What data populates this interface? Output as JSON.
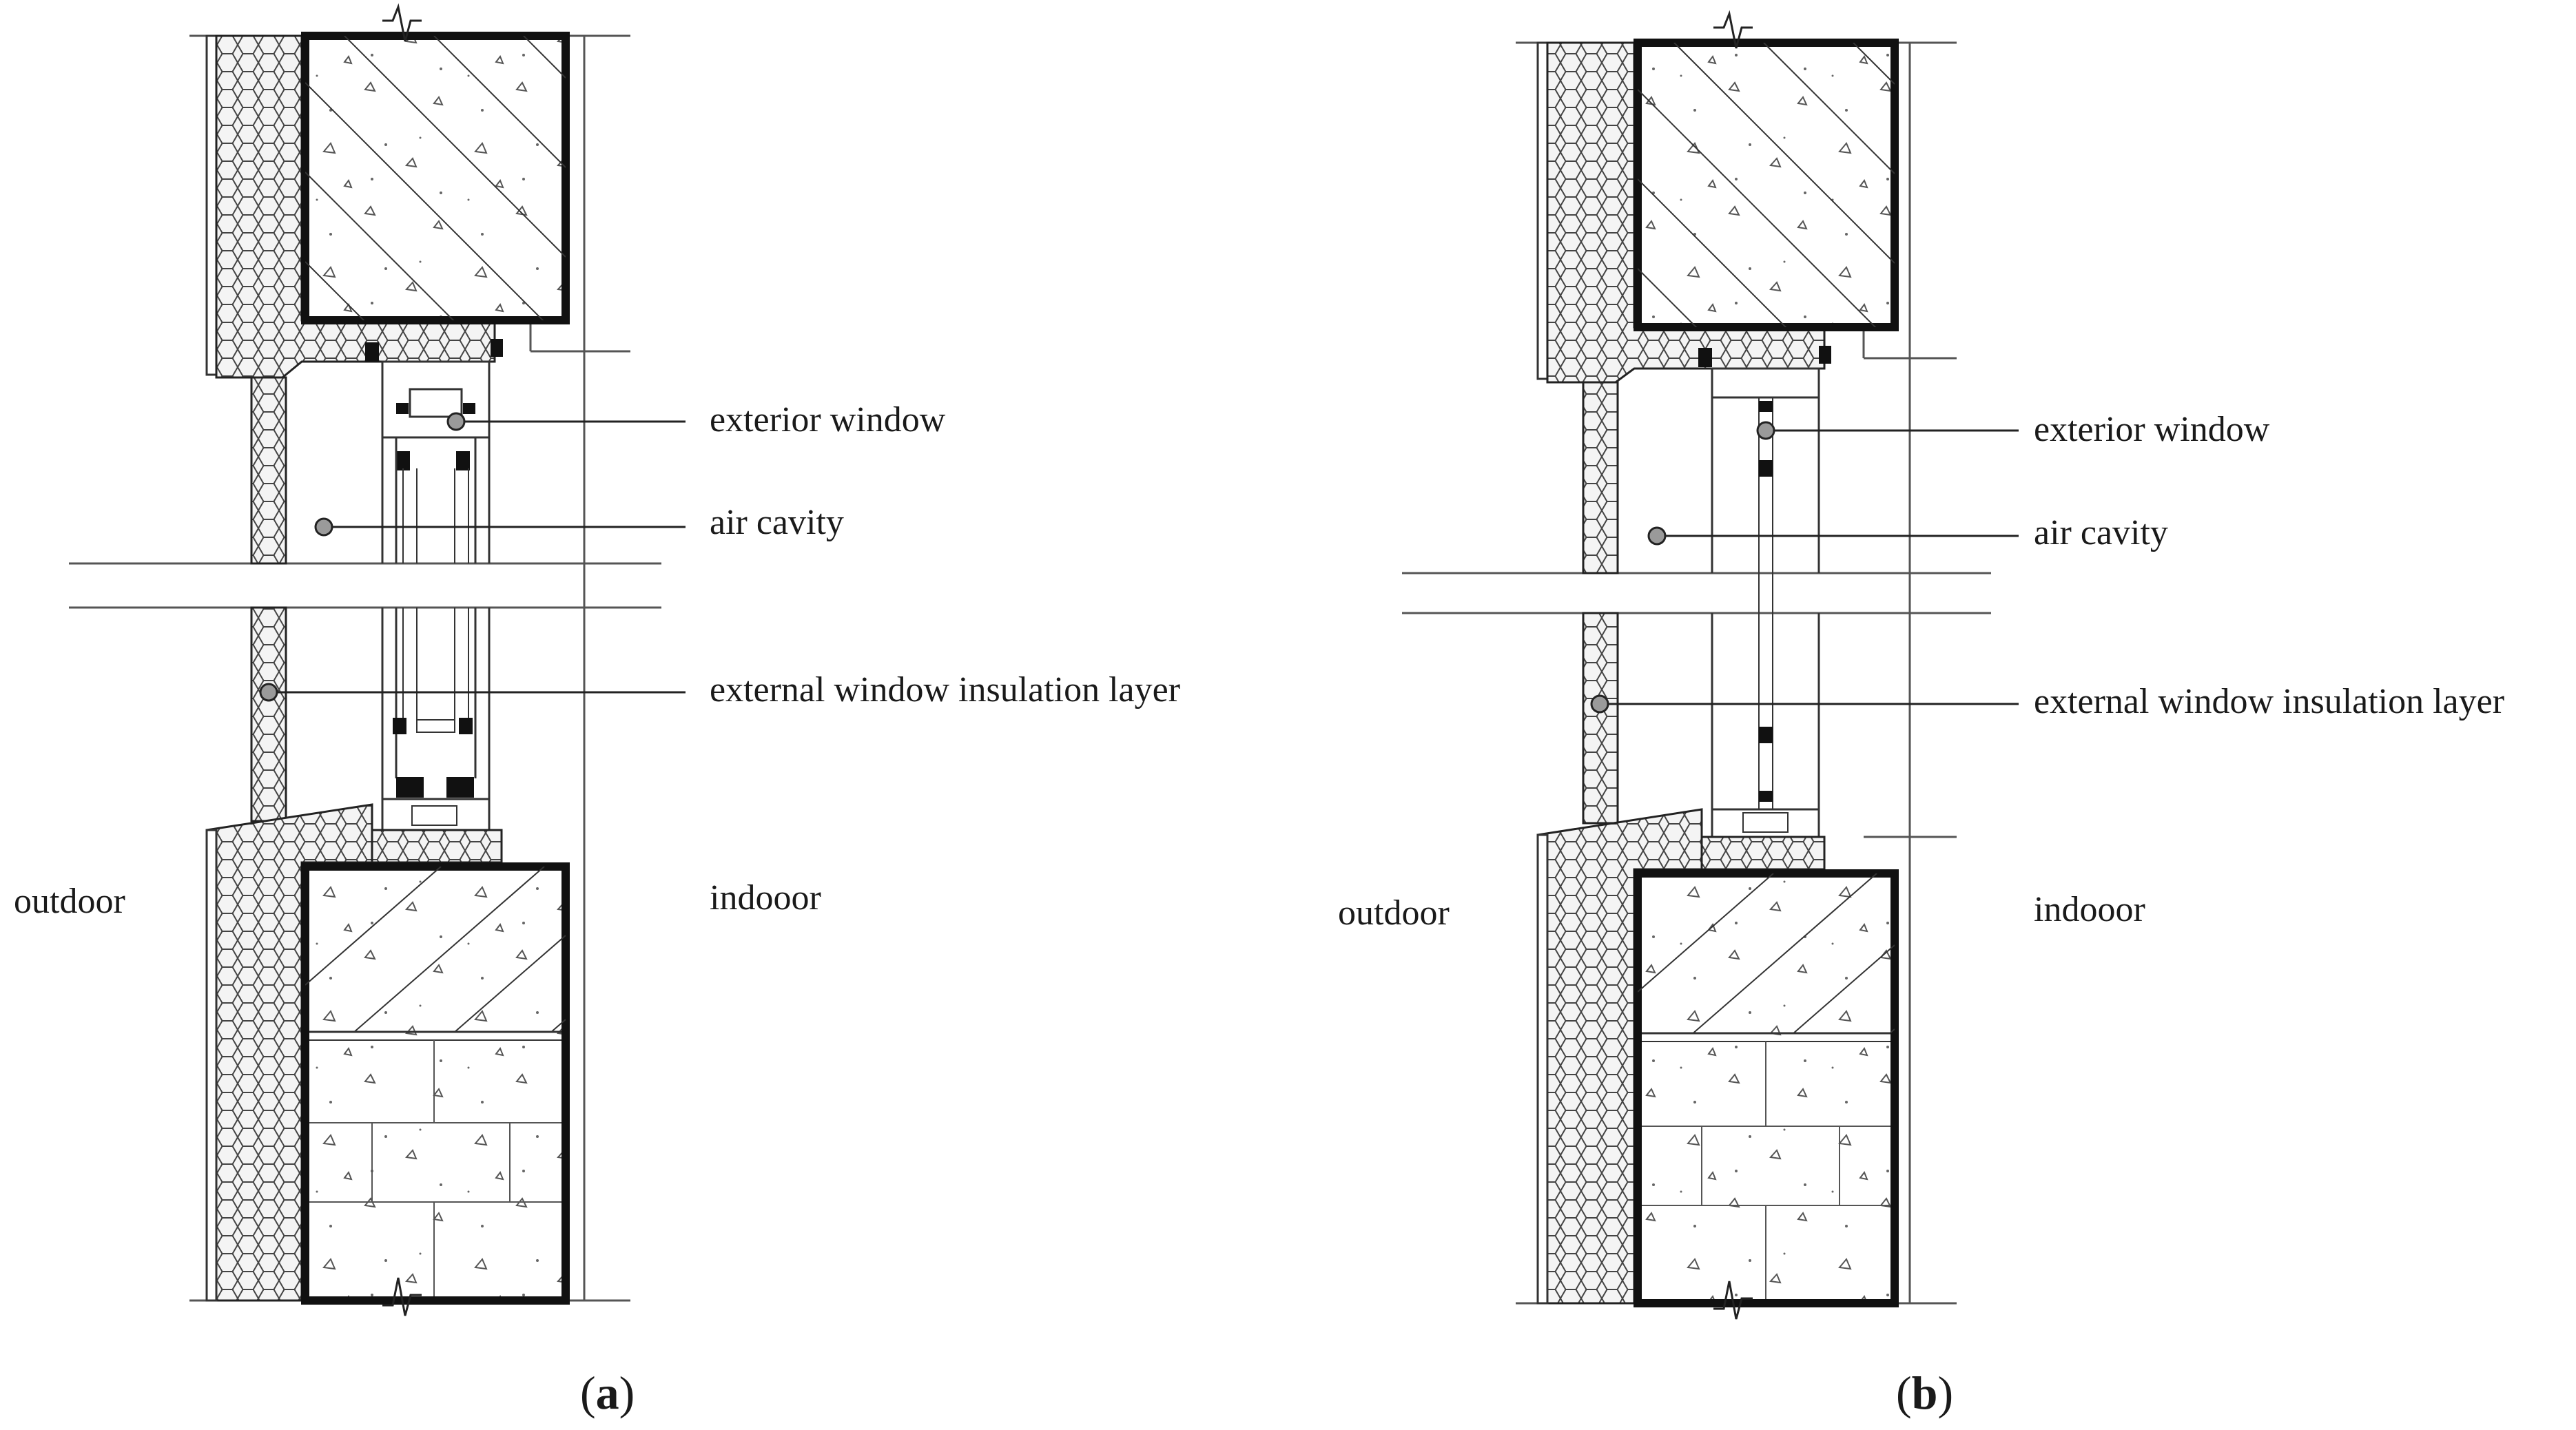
{
  "panels": [
    {
      "id": "a",
      "caption": {
        "open": "(",
        "letter": "a",
        "close": ")"
      },
      "window_type": "double",
      "labels": {
        "exterior_window": "exterior window",
        "air_cavity": "air cavity",
        "insulation": "external window insulation layer",
        "outdoor": "outdoor",
        "indoor": "indooor"
      }
    },
    {
      "id": "b",
      "caption": {
        "open": "(",
        "letter": "b",
        "close": ")"
      },
      "window_type": "single",
      "labels": {
        "exterior_window": "exterior window",
        "air_cavity": "air cavity",
        "insulation": "external window insulation layer",
        "outdoor": "outdoor",
        "indoor": "indooor"
      }
    }
  ],
  "colors": {
    "line": "#1a1a1a",
    "thin_line": "#555555",
    "insulation_fill": "#f2f2f2",
    "leader_dot": "#9a9a9a"
  }
}
